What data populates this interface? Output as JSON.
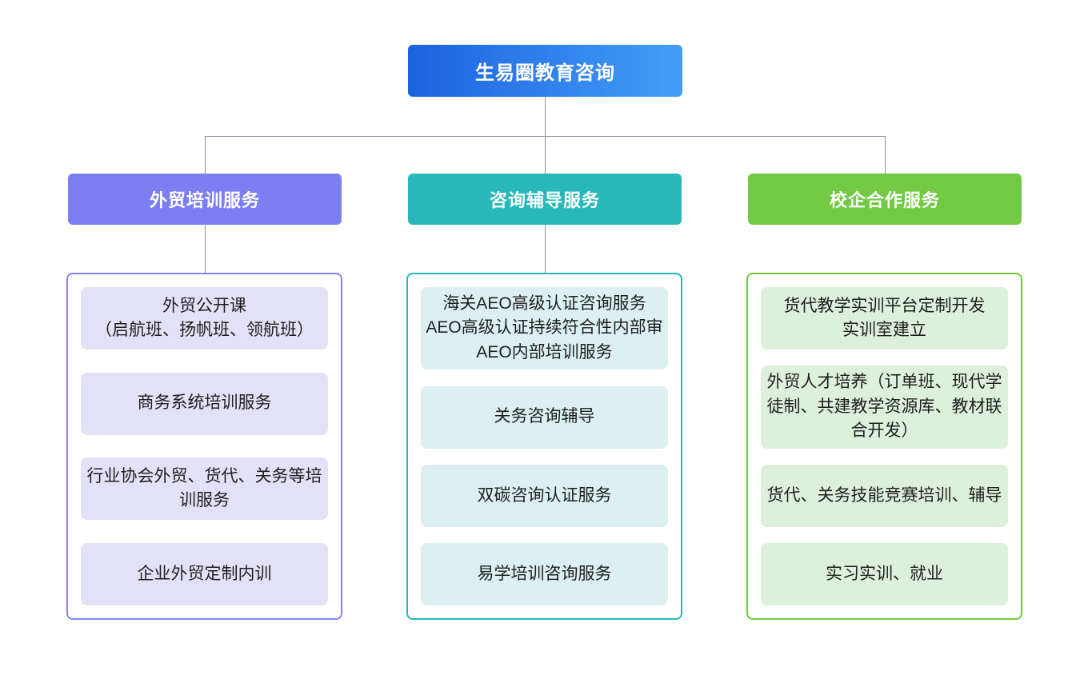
{
  "root": {
    "label": "生易圈教育咨询",
    "bg_from": "#1c63de",
    "bg_to": "#449ef8",
    "text_color": "#ffffff"
  },
  "connector_color": "#8b919d",
  "branches": [
    {
      "label": "外贸培训服务",
      "header_color": "#7b7ff2",
      "border_color": "#8185f4",
      "item_bg": "#e3e1f7",
      "items": [
        "外贸公开课\n（启航班、扬帆班、领航班）",
        "商务系统培训服务",
        "行业协会外贸、货代、关务等培训服务",
        "企业外贸定制内训"
      ]
    },
    {
      "label": "咨询辅导服务",
      "header_color": "#29b8ba",
      "border_color": "#27b7b9",
      "item_bg": "#dcf0f1",
      "items": [
        "海关AEO高级认证咨询服务\nAEO高级认证持续符合性内部审\nAEO内部培训服务",
        "关务咨询辅导",
        "双碳咨询认证服务",
        "易学培训咨询服务"
      ]
    },
    {
      "label": "校企合作服务",
      "header_color": "#72c943",
      "border_color": "#70c73f",
      "item_bg": "#ddf0db",
      "items": [
        "货代教学实训平台定制开发\n实训室建立",
        "外贸人才培养（订单班、现代学徒制、共建教学资源库、教材联合开发）",
        "货代、关务技能竞赛培训、辅导",
        "实习实训、就业"
      ]
    }
  ]
}
